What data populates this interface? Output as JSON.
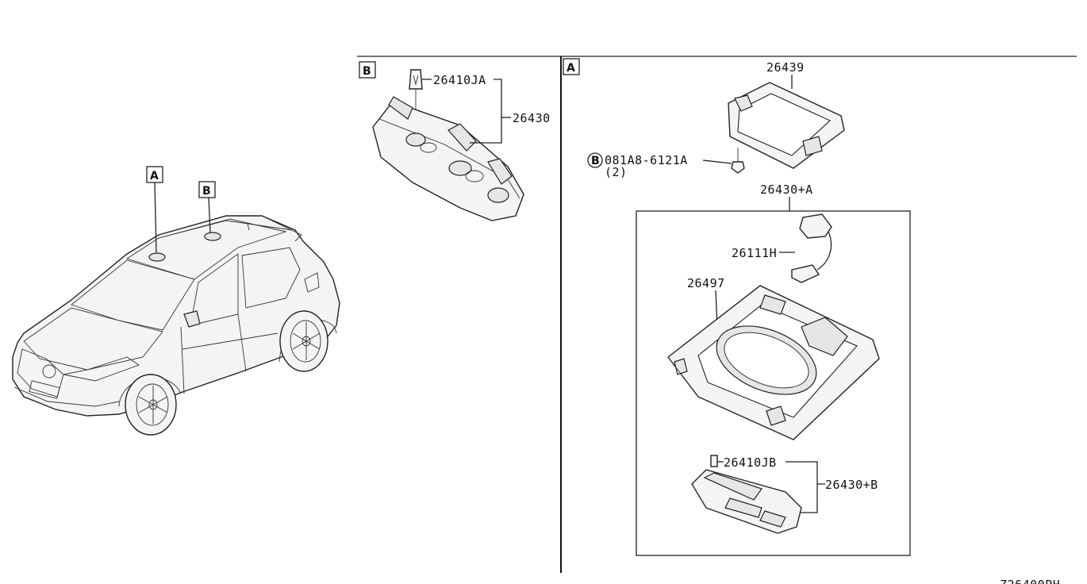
{
  "labels": {
    "A": "A",
    "B": "B",
    "p26410JA": "26410JA",
    "p26430": "26430",
    "p26439": "26439",
    "bolt_circle": "B",
    "bolt": "081A8-6121A",
    "bolt_qty": "(2)",
    "p26430A": "26430+A",
    "p26111H": "26111H",
    "p26497": "26497",
    "p26410JB": "26410JB",
    "p26430B": "26430+B",
    "footer": "Z26400PH"
  }
}
